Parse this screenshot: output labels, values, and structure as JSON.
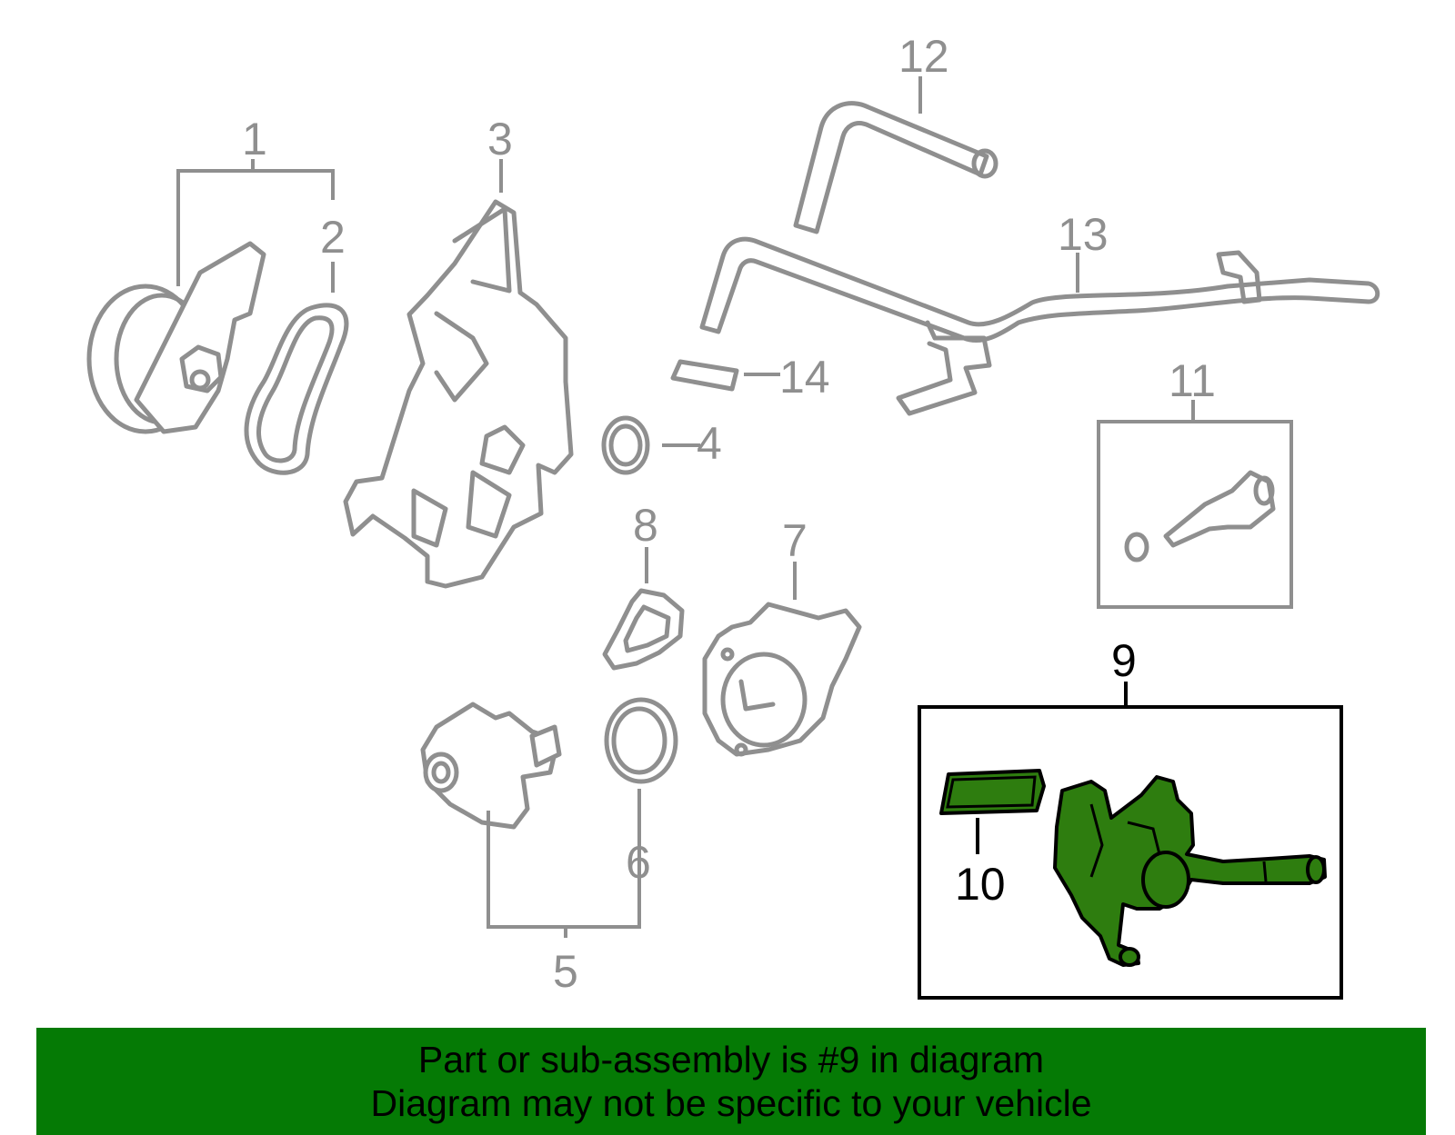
{
  "diagram": {
    "callouts": {
      "c1": "1",
      "c2": "2",
      "c3": "3",
      "c4": "4",
      "c5": "5",
      "c6": "6",
      "c7": "7",
      "c8": "8",
      "c9": "9",
      "c10": "10",
      "c11": "11",
      "c12": "12",
      "c13": "13",
      "c14": "14"
    },
    "highlight_color": "#2e7d0f",
    "part_line_color": "#8f8f8f"
  },
  "banner": {
    "line1": "Part or sub-assembly is #9 in diagram",
    "line2": "Diagram may not be specific to your vehicle",
    "background": "#057a05"
  }
}
